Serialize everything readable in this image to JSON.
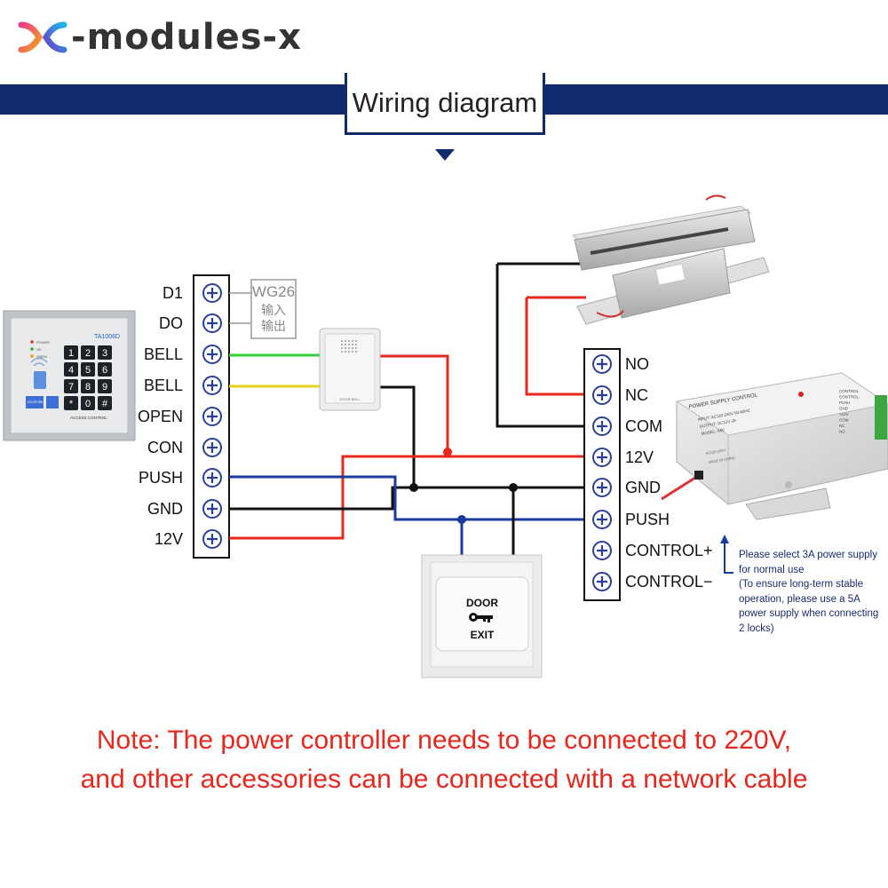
{
  "brand": {
    "name": "-modules-x"
  },
  "title": "Wiring diagram",
  "keypad": {
    "model": "TA1008D",
    "leds": [
      "POWER",
      "OK",
      "WARN"
    ],
    "keys": [
      "1",
      "2",
      "3",
      "4",
      "5",
      "6",
      "7",
      "8",
      "9",
      "*",
      "0",
      "#"
    ],
    "bell_label": "DOOR BELL",
    "footer": "ACCESS CONTROL"
  },
  "left_terminal": {
    "labels": [
      "D1",
      "DO",
      "BELL",
      "BELL",
      "OPEN",
      "CON",
      "PUSH",
      "GND",
      "12V"
    ]
  },
  "wg26": {
    "title": "WG26",
    "line1": "输入",
    "line2": "输出"
  },
  "doorbell": {
    "label": "DOOR BELL"
  },
  "right_terminal": {
    "labels": [
      "NO",
      "NC",
      "COM",
      "12V",
      "GND",
      "PUSH",
      "CONTROL+",
      "CONTROL−"
    ]
  },
  "psu": {
    "title": "POWER SUPPLY CONTROL",
    "specs": [
      "INPUT: AC110-240V 50-60HZ",
      "OUTPUT: DC12V 3A",
      "MODEL: K80"
    ],
    "terminals": [
      "CONTROL",
      "CONTROL-",
      "PUSH",
      "GND",
      "+12V",
      "COM",
      "NC",
      "NO"
    ],
    "ac_label": "AC110-240V",
    "made_in": "MADE IN CHINA"
  },
  "exit_button": {
    "line1": "DOOR",
    "line2": "EXIT"
  },
  "psu_note": [
    "Please select 3A power supply",
    "for normal use",
    "(To ensure long-term stable",
    "operation, please use a 5A",
    "power supply when connecting",
    "2 locks)"
  ],
  "note": {
    "line1": "Note: The power controller needs to be connected to 220V,",
    "line2": "and other accessories can be connected with a network cable"
  },
  "colors": {
    "banner": "#102a6e",
    "note": "#e8261c",
    "wire_red": "#e8261c",
    "wire_blue": "#1a3a9e",
    "wire_green": "#33cc33",
    "wire_yellow": "#e8d21c"
  }
}
